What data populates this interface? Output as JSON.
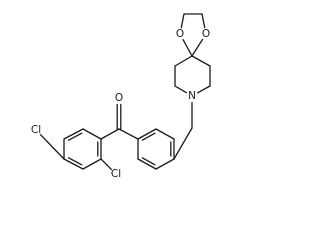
{
  "structure": {
    "atoms": [
      {
        "id": "a1",
        "label": ""
      },
      {
        "id": "a2",
        "label": ""
      },
      {
        "id": "a3",
        "label": ""
      },
      {
        "id": "a4",
        "label": ""
      },
      {
        "id": "a5",
        "label": ""
      },
      {
        "id": "a6",
        "label": ""
      },
      {
        "id": "cl1",
        "label": "Cl"
      },
      {
        "id": "cl2",
        "label": "Cl"
      },
      {
        "id": "cc",
        "label": ""
      },
      {
        "id": "oc",
        "label": "O"
      },
      {
        "id": "b1",
        "label": ""
      },
      {
        "id": "b2",
        "label": ""
      },
      {
        "id": "b3",
        "label": ""
      },
      {
        "id": "b4",
        "label": ""
      },
      {
        "id": "b5",
        "label": ""
      },
      {
        "id": "b6",
        "label": ""
      },
      {
        "id": "ch2",
        "label": ""
      },
      {
        "id": "n",
        "label": "N"
      },
      {
        "id": "p1",
        "label": ""
      },
      {
        "id": "p2",
        "label": ""
      },
      {
        "id": "spiro",
        "label": ""
      },
      {
        "id": "p4",
        "label": ""
      },
      {
        "id": "p5",
        "label": ""
      },
      {
        "id": "o1",
        "label": "O"
      },
      {
        "id": "o2",
        "label": "O"
      },
      {
        "id": "e1",
        "label": ""
      },
      {
        "id": "e2",
        "label": ""
      }
    ],
    "bonds": [
      {
        "from": "a1",
        "to": "a2",
        "order": 2
      },
      {
        "from": "a2",
        "to": "a3",
        "order": 1
      },
      {
        "from": "a3",
        "to": "a4",
        "order": 2
      },
      {
        "from": "a4",
        "to": "a5",
        "order": 1
      },
      {
        "from": "a5",
        "to": "a6",
        "order": 2
      },
      {
        "from": "a6",
        "to": "a1",
        "order": 1
      },
      {
        "from": "a3",
        "to": "cl1",
        "order": 1
      },
      {
        "from": "a5",
        "to": "cl2",
        "order": 1
      },
      {
        "from": "a6",
        "to": "cc",
        "order": 1
      },
      {
        "from": "cc",
        "to": "oc",
        "order": 2
      },
      {
        "from": "cc",
        "to": "b1",
        "order": 1
      },
      {
        "from": "b1",
        "to": "b2",
        "order": 2
      },
      {
        "from": "b2",
        "to": "b3",
        "order": 1
      },
      {
        "from": "b3",
        "to": "b4",
        "order": 2
      },
      {
        "from": "b4",
        "to": "b5",
        "order": 1
      },
      {
        "from": "b5",
        "to": "b6",
        "order": 2
      },
      {
        "from": "b6",
        "to": "b1",
        "order": 1
      },
      {
        "from": "b4",
        "to": "ch2",
        "order": 1
      },
      {
        "from": "ch2",
        "to": "n",
        "order": 1
      },
      {
        "from": "n",
        "to": "p1",
        "order": 1
      },
      {
        "from": "p1",
        "to": "p2",
        "order": 1
      },
      {
        "from": "p2",
        "to": "spiro",
        "order": 1
      },
      {
        "from": "spiro",
        "to": "p4",
        "order": 1
      },
      {
        "from": "p4",
        "to": "p5",
        "order": 1
      },
      {
        "from": "p5",
        "to": "n",
        "order": 1
      },
      {
        "from": "spiro",
        "to": "o1",
        "order": 1
      },
      {
        "from": "spiro",
        "to": "o2",
        "order": 1
      },
      {
        "from": "o1",
        "to": "e1",
        "order": 1
      },
      {
        "from": "e1",
        "to": "e2",
        "order": 1
      },
      {
        "from": "e2",
        "to": "o2",
        "order": 1
      }
    ]
  }
}
